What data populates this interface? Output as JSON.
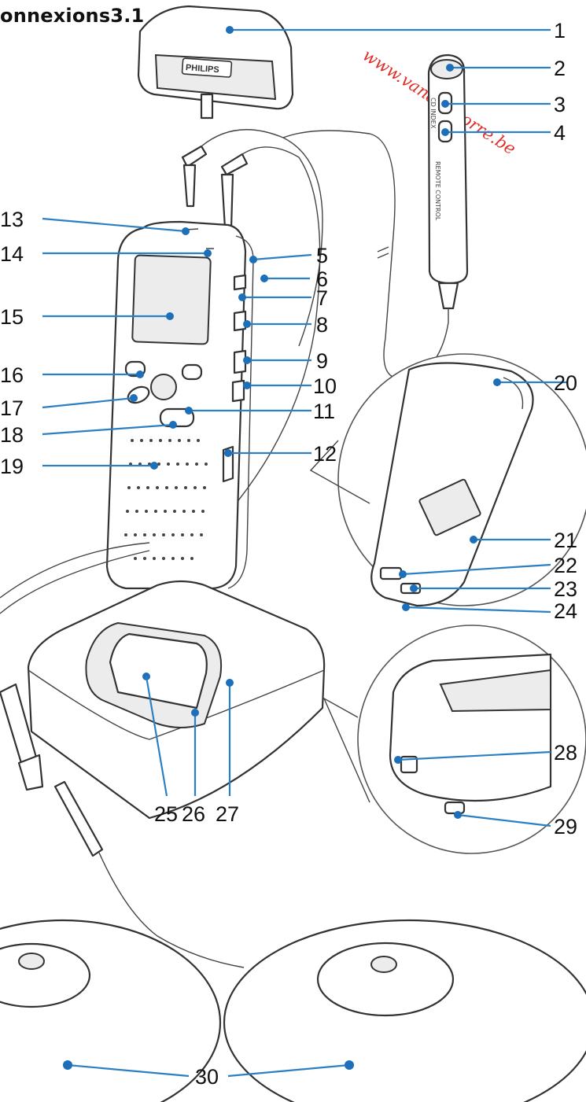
{
  "title": "onnexions3.1",
  "watermark": "www.vandenborre.be",
  "brand_label": "PHILIPS",
  "remote": {
    "label_top": "CD INDEX",
    "label_side": "REMOTE CONTROL"
  },
  "colors": {
    "leader": "#2b7fc2",
    "dot": "#1c6fb8",
    "watermark": "#e0302a",
    "text": "#111111"
  },
  "callouts": [
    "1",
    "2",
    "3",
    "4",
    "5",
    "6",
    "7",
    "8",
    "9",
    "10",
    "11",
    "12",
    "13",
    "14",
    "15",
    "16",
    "17",
    "18",
    "19",
    "20",
    "21",
    "22",
    "23",
    "24",
    "25",
    "26",
    "27",
    "28",
    "29",
    "30"
  ]
}
